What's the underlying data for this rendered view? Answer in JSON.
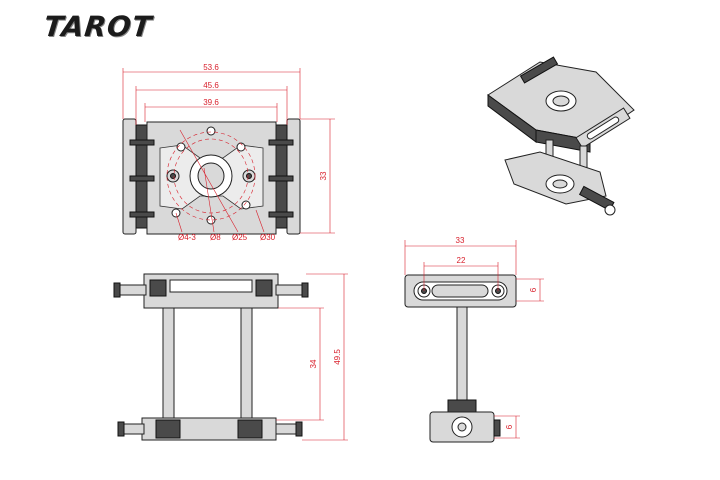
{
  "logo": "TAROT",
  "top_view": {
    "width_outer": "53.6",
    "width_mid": "45.6",
    "width_inner": "39.6",
    "height": "33",
    "hole_small": "Ø4-3",
    "hole_8": "Ø8",
    "hole_25": "Ø25",
    "hole_30": "Ø30"
  },
  "front_view": {
    "height_inner": "34",
    "height_total": "49.5"
  },
  "side_view": {
    "width": "33",
    "slot_span": "22",
    "thickness_top": "6",
    "thickness_bottom": "6"
  },
  "colors": {
    "dimension": "#d81e2a",
    "part_fill": "#d9d9d9",
    "outline": "#222222"
  }
}
